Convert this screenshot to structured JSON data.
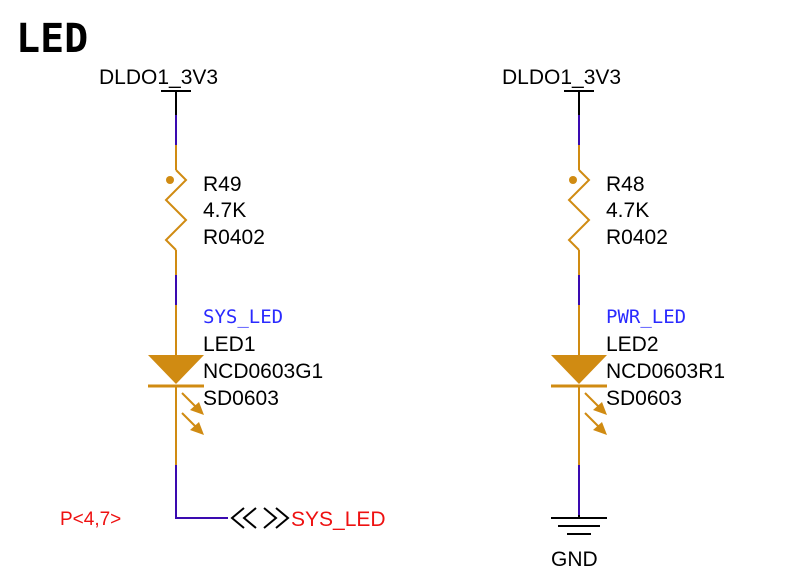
{
  "title": "LED",
  "colors": {
    "wire": "#3a0ab0",
    "part": "#d08b12",
    "black": "#000000",
    "red": "#ee1111",
    "netlabel": "#2a2aff"
  },
  "left": {
    "power": "DLDO1_3V3",
    "resistor": {
      "ref": "R49",
      "value": "4.7K",
      "footprint": "R0402"
    },
    "led": {
      "net": "SYS_LED",
      "ref": "LED1",
      "part": "NCD0603G1",
      "footprint": "SD0603"
    },
    "offpage": {
      "ref": "P<4,7>",
      "net": "SYS_LED"
    }
  },
  "right": {
    "power": "DLDO1_3V3",
    "resistor": {
      "ref": "R48",
      "value": "4.7K",
      "footprint": "R0402"
    },
    "led": {
      "net": "PWR_LED",
      "ref": "LED2",
      "part": "NCD0603R1",
      "footprint": "SD0603"
    },
    "ground": "GND"
  }
}
